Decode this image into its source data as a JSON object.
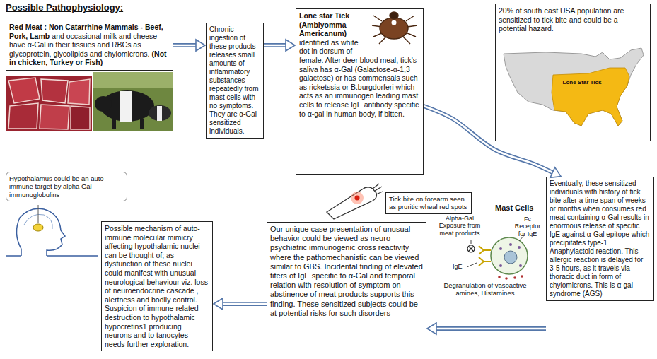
{
  "diagram": {
    "title": "Possible Pathophysiology:",
    "nodes": [
      {
        "text": [
          "Red Meat : Non Catarrhine Mammals - Beef, Pork, Lamb",
          "and occasional milk and cheese have α-Gal in their tissues and RBCs as glycoprotein, glycolipids and chylomicrons.",
          "(Not in chicken, Turkey or Fish)"
        ]
      },
      {
        "text": [
          "Chronic ingestion of these products releases small amounts of inflammatory substances repeatedly from mast cells with no symptoms. They are α-Gal sensitized individuals."
        ]
      },
      {
        "text": [
          "Lone star Tick (Amblyomma Americanum)",
          "identified as white dot in dorsum of female. After deer blood meal, tick's saliva has α-Gal (Galactose-α-1,3 galactose) or has commensals such as ricketssia or B.burgdorferi which acts as an immunogen leading mast cells to release IgE antibody specific to α-gal in human body, if bitten."
        ]
      },
      {
        "text": [
          "20% of south east USA population are sensitized to tick bite and could be a potential hazard."
        ]
      },
      {
        "text": [
          "Tick bite on forearm seen as pruritic wheal red spots"
        ]
      },
      {
        "text": [
          "Eventually, these sensitized individuals with history of tick bite after a time span of weeks or months when consumes red meat containing α-Gal results in enormous release of specific IgE against α-Gal epitope which precipitates type-1 Anaphylactoid reaction. This allergic reaction is delayed for 3-5 hours, as it travels via thoracic duct in form of chylomicrons. This is α-gal syndrome (AGS)"
        ]
      },
      {
        "text": [
          "Our unique case presentation of unusual behavior could be viewed as neuro psychiatric immunogenic cross reactivity where the pathomechanistic can be viewed similar to GBS. Incidental finding of elevated titers of IgE specific to α-Gal and temporal relation with resolution of symptom on abstinence of meat products supports this finding. These sensitized subjects could be at potential risks for such disorders"
        ]
      },
      {
        "text": [
          "Possible mechanism of auto-immune molecular mimicry affecting hypothalamic nuclei can be thought of; as dysfunction of these nuclei could manifest with unusual neurological behaviour viz. loss of neuroendocrine cascade , alertness and bodily control. Suspicion of immune related destruction to hypothalamic hypocretins1 producing neurons and to tanocytes needs further exploration."
        ]
      },
      {
        "text": [
          "Hypothalamus could be an auto immune target by alpha Gal immunoglobulins"
        ]
      }
    ],
    "edges": [
      {
        "from": 0,
        "to": 1,
        "arrow": "to"
      },
      {
        "from": 1,
        "to": 2,
        "arrow": "to"
      },
      {
        "from": 2,
        "to": 5,
        "arrow": "to"
      },
      {
        "from": 5,
        "to": 6,
        "arrow": "to"
      },
      {
        "from": 6,
        "to": 7,
        "arrow": "to"
      }
    ],
    "labels": [
      "Lone Star Tick",
      "Mast Cells",
      "Alpha-Gal Exposure from meat products",
      "Fc Receptor for IgE",
      "IgE",
      "Degranulation of vasoactive amines, Histamines"
    ]
  }
}
